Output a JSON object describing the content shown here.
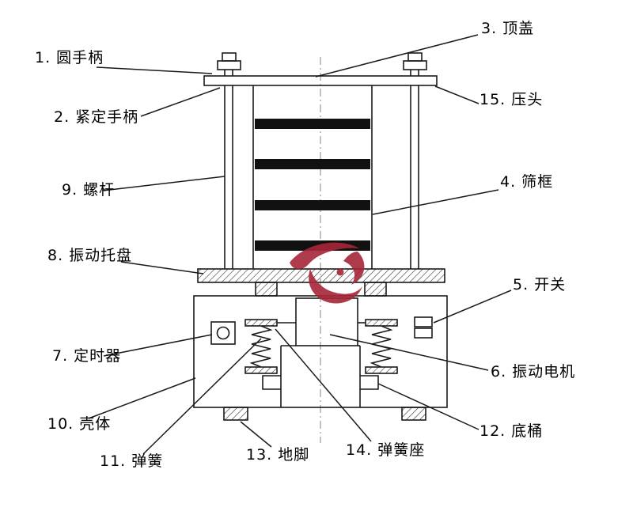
{
  "colors": {
    "line": "#1a1a1a",
    "sieve_bar": "#111111",
    "centerline": "#999999",
    "logo_red": "#a62639"
  },
  "labels": [
    {
      "id": "1",
      "part": "round-handle",
      "text": "1. 圆手柄"
    },
    {
      "id": "2",
      "part": "locking-handle",
      "text": "2. 紧定手柄"
    },
    {
      "id": "3",
      "part": "top-cover",
      "text": "3. 顶盖"
    },
    {
      "id": "4",
      "part": "sieve-frame",
      "text": "4. 筛框"
    },
    {
      "id": "5",
      "part": "switch",
      "text": "5. 开关"
    },
    {
      "id": "6",
      "part": "vibration-motor",
      "text": "6. 振动电机"
    },
    {
      "id": "7",
      "part": "timer",
      "text": "7. 定时器"
    },
    {
      "id": "8",
      "part": "vibration-tray",
      "text": "8. 振动托盘"
    },
    {
      "id": "9",
      "part": "screw-rod",
      "text": "9. 螺杆"
    },
    {
      "id": "10",
      "part": "housing",
      "text": "10. 壳体"
    },
    {
      "id": "11",
      "part": "spring",
      "text": "11. 弹簧"
    },
    {
      "id": "12",
      "part": "bottom-barrel",
      "text": "12. 底桶"
    },
    {
      "id": "13",
      "part": "foot",
      "text": "13. 地脚"
    },
    {
      "id": "14",
      "part": "spring-seat",
      "text": "14. 弹簧座"
    },
    {
      "id": "15",
      "part": "press-head",
      "text": "15. 压头"
    }
  ]
}
